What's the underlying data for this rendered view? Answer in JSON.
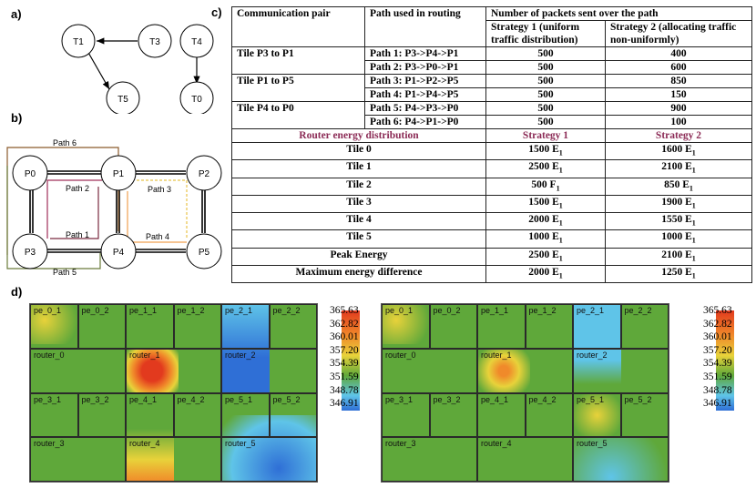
{
  "labels": {
    "a": "a)",
    "b": "b)",
    "c": "c)",
    "d": "d)"
  },
  "task_graph": {
    "nodes": [
      "T1",
      "T3",
      "T4",
      "T5",
      "T0"
    ]
  },
  "mesh": {
    "nodes": [
      "P0",
      "P1",
      "P2",
      "P3",
      "P4",
      "P5"
    ],
    "paths": [
      "Path 6",
      "Path 2",
      "Path 3",
      "Path 1",
      "Path 4",
      "Path 5"
    ]
  },
  "table": {
    "headers": [
      "Communication pair",
      "Path used in routing",
      "Number of packets sent over the path",
      "Strategy 1 (uniform traffic distribution)",
      "Strategy 2 (allocating traffic non-uniformly)"
    ],
    "routing_rows": [
      {
        "pair": "Tile P3 to P1",
        "path": "Path 1: P3->P4->P1",
        "s1": "500",
        "s2": "400"
      },
      {
        "pair": "",
        "path": "Path 2: P3->P0->P1",
        "s1": "500",
        "s2": "600"
      },
      {
        "pair": "Tile P1 to P5",
        "path": "Path 3: P1->P2->P5",
        "s1": "500",
        "s2": "850"
      },
      {
        "pair": "",
        "path": "Path 4: P1->P4->P5",
        "s1": "500",
        "s2": "150"
      },
      {
        "pair": "Tile P4 to P0",
        "path": "Path 5: P4->P3->P0",
        "s1": "500",
        "s2": "900"
      },
      {
        "pair": "",
        "path": "Path 6: P4->P1->P0",
        "s1": "500",
        "s2": "100"
      }
    ],
    "energy_header": {
      "label": "Router energy distribution",
      "s1": "Strategy 1",
      "s2": "Strategy 2"
    },
    "energy_rows": [
      {
        "tile": "Tile 0",
        "s1": "1500 E",
        "s2": "1600 E"
      },
      {
        "tile": "Tile 1",
        "s1": "2500 E",
        "s2": "2100 E"
      },
      {
        "tile": "Tile 2",
        "s1": "500 F",
        "s2": "850 E"
      },
      {
        "tile": "Tile 3",
        "s1": "1500 E",
        "s2": "1900 E"
      },
      {
        "tile": "Tile 4",
        "s1": "2000 E",
        "s2": "1550 E"
      },
      {
        "tile": "Tile 5",
        "s1": "1000 E",
        "s2": "1000 E"
      },
      {
        "tile": "Peak Energy",
        "s1": "2500 E",
        "s2": "2100 E"
      },
      {
        "tile": "Maximum energy difference",
        "s1": "2000 E",
        "s2": "1250 E"
      }
    ],
    "subscript": "1"
  },
  "heatmap": {
    "cells_top": [
      "pe_0_1",
      "pe_0_2",
      "pe_1_1",
      "pe_1_2",
      "pe_2_1",
      "pe_2_2"
    ],
    "routers_top": [
      "router_0",
      "router_1",
      "router_2"
    ],
    "cells_bottom": [
      "pe_3_1",
      "pe_3_2",
      "pe_4_1",
      "pe_4_2",
      "pe_5_1",
      "pe_5_2"
    ],
    "routers_bottom": [
      "router_3",
      "router_4",
      "router_5"
    ],
    "scale": [
      "365.63",
      "362.82",
      "360.01",
      "357.20",
      "354.39",
      "351.59",
      "348.78",
      "346.91"
    ],
    "colors": {
      "green": "#5fa83a",
      "yellow": "#e8d23a",
      "red": "#e23a1e",
      "orange": "#f08a2a",
      "blue": "#2f6fd6",
      "cyan": "#5fc4e8"
    }
  }
}
